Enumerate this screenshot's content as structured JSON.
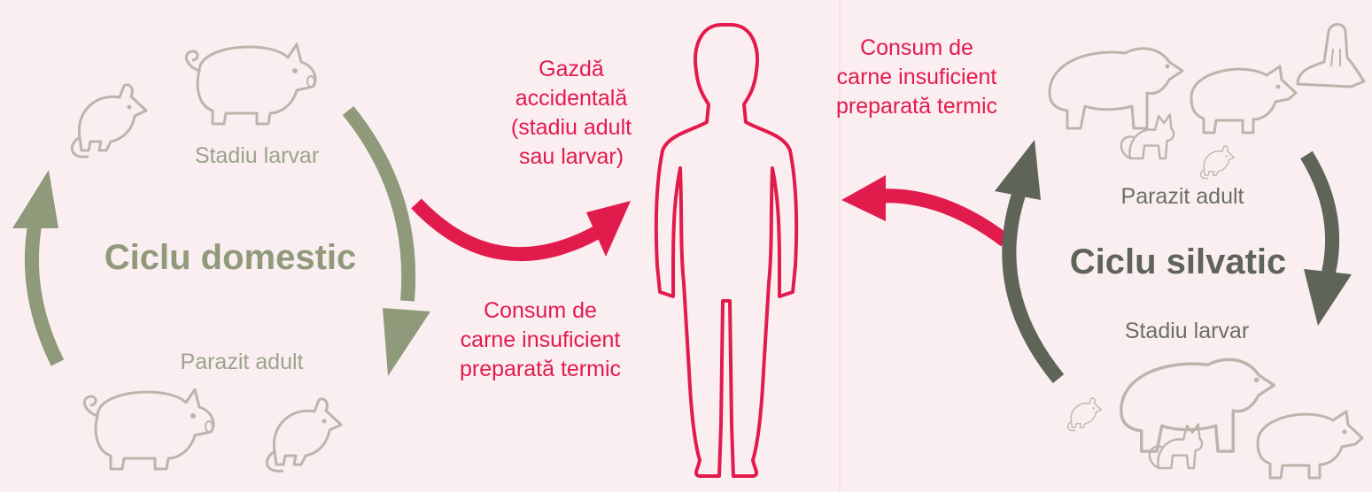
{
  "domestic": {
    "title": "Ciclu domestic",
    "stage_top": "Stadiu larvar",
    "stage_bottom": "Parazit adult",
    "arrow_color": "#8f9a7b",
    "icons": [
      "pig-icon",
      "rat-icon"
    ]
  },
  "sylvatic": {
    "title": "Ciclu silvatic",
    "stage_top": "Parazit adult",
    "stage_bottom": "Stadiu larvar",
    "arrow_color": "#5e6457",
    "icons": [
      "bear-icon",
      "boar-icon",
      "walrus-icon",
      "fox-icon",
      "rat-icon"
    ]
  },
  "human": {
    "host_label_lines": [
      "Gazdă",
      "accidentală",
      "(stadiu adult",
      "sau larvar)"
    ],
    "consumption_left_lines": [
      "Consum de",
      "carne insuficient",
      "preparată termic"
    ],
    "consumption_right_lines": [
      "Consum de",
      "carne insuficient",
      "preparată termic"
    ],
    "accent_color": "#e21b4d",
    "icon": "human-silhouette-icon"
  }
}
